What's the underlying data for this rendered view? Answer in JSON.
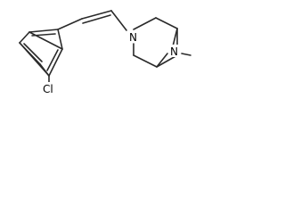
{
  "molecule": {
    "atoms": {
      "chlorine": "Cl",
      "ring_nitrogen": "N",
      "bridge_nitrogen": "N"
    }
  }
}
